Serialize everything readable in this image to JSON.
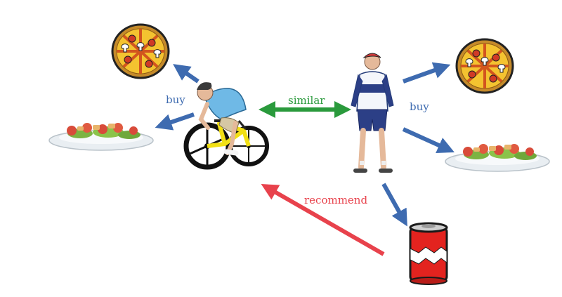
{
  "labels": {
    "buy_left": "buy",
    "similar": "similar",
    "buy_right": "buy",
    "recommend": "recommend"
  },
  "colors": {
    "buy_arrow": "#3e6bb0",
    "similar_arrow": "#2a9a3c",
    "recommend_arrow": "#e8424c",
    "buy_text": "#3e6bb0",
    "similar_text": "#2a9a3c",
    "recommend_text": "#e8424c"
  },
  "icons": [
    "pizza-icon",
    "salad-icon",
    "cyclist-icon",
    "bicycle-icon",
    "person-icon",
    "soda-can-icon"
  ]
}
